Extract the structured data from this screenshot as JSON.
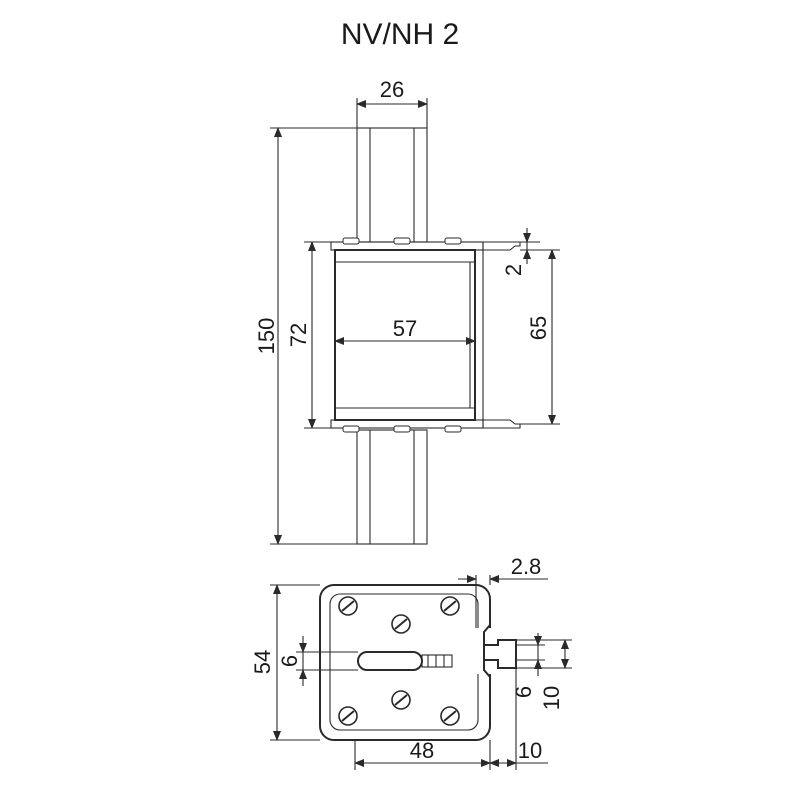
{
  "title": "NV/NH 2",
  "dimensions": {
    "blade_width": "26",
    "total_length": "150",
    "body_height": "72",
    "body_width": "57",
    "contact_height": "65",
    "terminal_thickness": "2",
    "side_offset": "2.8",
    "base_height": "54",
    "slot_width_left": "6",
    "slot_width_right": "6",
    "tab_height": "10",
    "base_width": "48",
    "tab_length": "10"
  },
  "colors": {
    "line": "#2a2a2a",
    "text": "#1a1a1a",
    "body_fill": "#f4f4f4"
  }
}
